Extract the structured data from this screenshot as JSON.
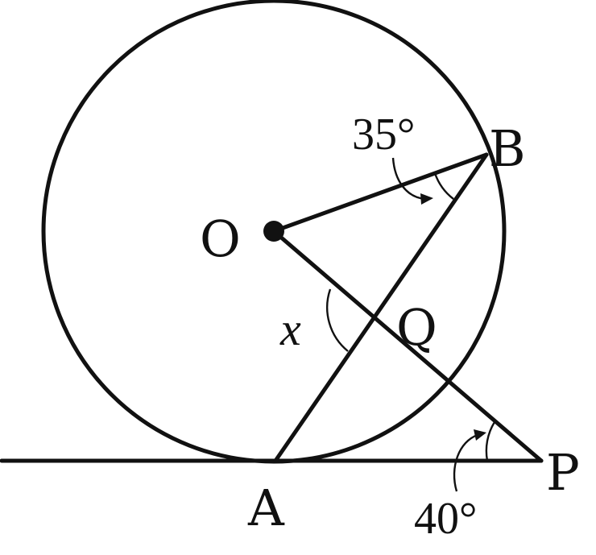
{
  "points": {
    "O": "O",
    "B": "B",
    "Q": "Q",
    "A": "A",
    "P": "P"
  },
  "angles": {
    "at_B": "35°",
    "at_P": "40°",
    "at_Q": "x"
  },
  "colors": {
    "ink": "#111111",
    "background": "#ffffff"
  }
}
